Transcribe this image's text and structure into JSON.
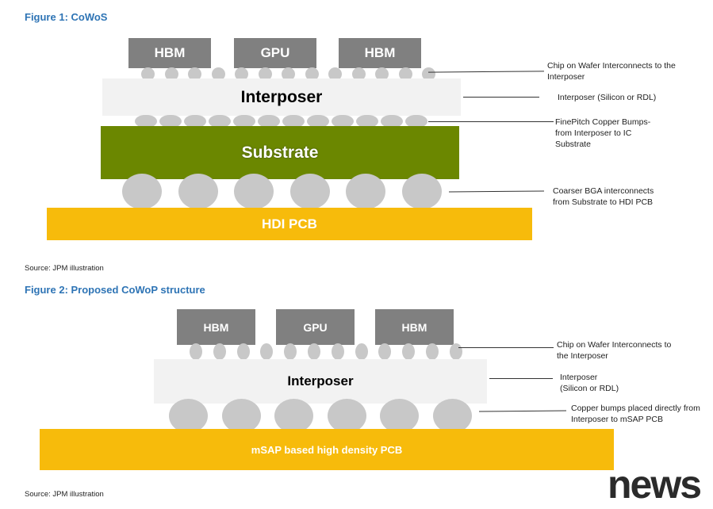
{
  "figure1": {
    "title": "Figure 1: CoWoS",
    "chips": [
      "HBM",
      "GPU",
      "HBM"
    ],
    "interposer_label": "Interposer",
    "substrate_label": "Substrate",
    "pcb_label": "HDI PCB",
    "annotations": [
      "Chip on Wafer Interconnects to the\nInterposer",
      "Interposer (Silicon or RDL)",
      "FinePitch Copper Bumps-\nfrom Interposer to IC\nSubstrate",
      "Coarser BGA interconnects\nfrom Substrate to HDI PCB"
    ],
    "source": "Source: JPM illustration",
    "colors": {
      "chip": "#808080",
      "interposer": "#f2f2f2",
      "substrate": "#6b8700",
      "pcb": "#f7bb0b",
      "bump": "#c8c8c8"
    }
  },
  "figure2": {
    "title": "Figure 2: Proposed CoWoP structure",
    "chips": [
      "HBM",
      "GPU",
      "HBM"
    ],
    "interposer_label": "Interposer",
    "pcb_label": "mSAP based high density PCB",
    "annotations": [
      "Chip on Wafer Interconnects to\nthe Interposer",
      "Interposer\n(Silicon or RDL)",
      "Copper bumps placed directly from\nInterposer to mSAP PCB"
    ],
    "source": "Source: JPM illustration"
  },
  "watermark": "news"
}
